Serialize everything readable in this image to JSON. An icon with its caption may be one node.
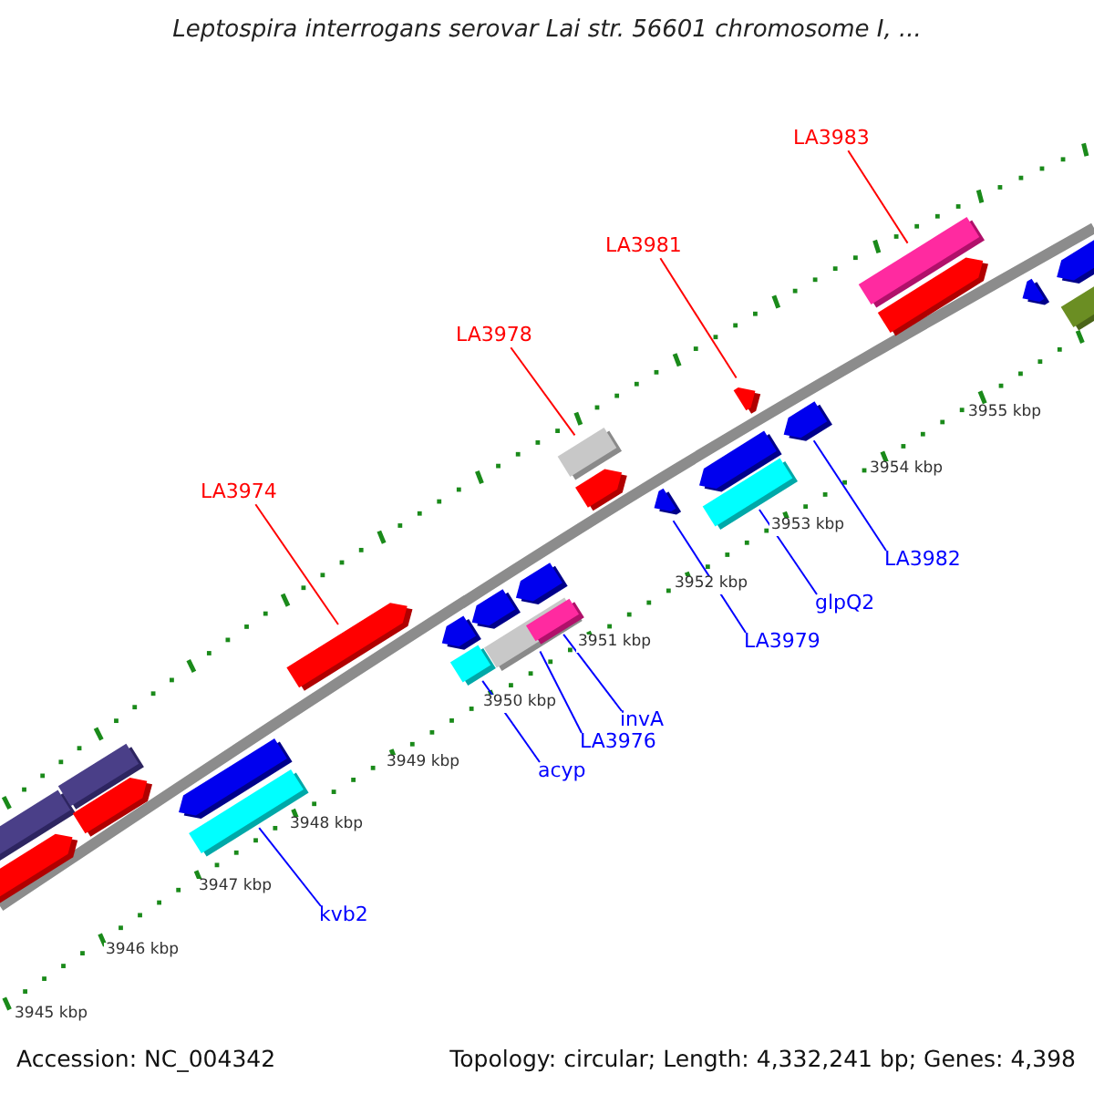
{
  "diagram": {
    "title": "Leptospira interrogans serovar Lai str. 56601 chromosome I, ...",
    "nodes": [
      {
        "text": [
          "LA3983"
        ]
      },
      {
        "text": [
          "LA3981"
        ]
      },
      {
        "text": [
          "LA3978"
        ]
      },
      {
        "text": [
          "LA3974"
        ]
      },
      {
        "text": [
          "LA3982"
        ]
      },
      {
        "text": [
          "glpQ2"
        ]
      },
      {
        "text": [
          "LA3979"
        ]
      },
      {
        "text": [
          "invA"
        ]
      },
      {
        "text": [
          "LA3976"
        ]
      },
      {
        "text": [
          "acyp"
        ]
      },
      {
        "text": [
          "kvb2"
        ]
      },
      {
        "text": [],
        "shape": "bar"
      },
      {
        "text": [],
        "shape": "bar"
      },
      {
        "text": [],
        "shape": "bar"
      },
      {
        "text": [],
        "shape": "bar"
      },
      {
        "text": [],
        "shape": "bar"
      },
      {
        "text": [],
        "shape": "bar"
      },
      {
        "text": [],
        "shape": "bar"
      },
      {
        "text": [],
        "shape": "bar"
      },
      {
        "text": [],
        "shape": "bar"
      },
      {
        "text": [],
        "shape": "bar"
      },
      {
        "text": [],
        "shape": "bar"
      },
      {
        "text": [],
        "shape": "bar"
      },
      {
        "text": [],
        "shape": "bar"
      },
      {
        "text": [],
        "shape": "bar"
      },
      {
        "text": [],
        "shape": "bar"
      },
      {
        "text": [],
        "shape": "bar"
      },
      {
        "text": [],
        "shape": "bar"
      },
      {
        "text": [],
        "shape": "bar"
      },
      {
        "text": [],
        "shape": "bar"
      },
      {
        "text": [],
        "shape": "bar"
      },
      {
        "text": [],
        "shape": "bar"
      },
      {
        "text": [],
        "shape": "bar"
      },
      {
        "text": [],
        "shape": "bar"
      },
      {
        "text": [],
        "shape": "bar"
      },
      {
        "text": [],
        "shape": "bar"
      }
    ],
    "edges": [
      {
        "from": 0,
        "to": 31,
        "arrow": "none",
        "color": "#ff0000"
      },
      {
        "from": 1,
        "to": 28,
        "arrow": "none",
        "color": "#ff0000"
      },
      {
        "from": 2,
        "to": 24,
        "arrow": "none",
        "color": "#ff0000"
      },
      {
        "from": 3,
        "to": 17,
        "arrow": "none",
        "color": "#ff0000"
      },
      {
        "from": 4,
        "to": 30,
        "arrow": "none"
      },
      {
        "from": 5,
        "to": 29,
        "arrow": "none"
      },
      {
        "from": 6,
        "to": 26,
        "arrow": "none"
      },
      {
        "from": 7,
        "to": 23,
        "arrow": "none"
      },
      {
        "from": 8,
        "to": 21,
        "arrow": "none"
      },
      {
        "from": 9,
        "to": 19,
        "arrow": "none"
      },
      {
        "from": 10,
        "to": 16,
        "arrow": "none"
      }
    ],
    "labels": [
      "3945 kbp",
      "3946 kbp",
      "3947 kbp",
      "3948 kbp",
      "3949 kbp",
      "3950 kbp",
      "3951 kbp",
      "3952 kbp",
      "3953 kbp",
      "3954 kbp",
      "3955 kbp",
      "Accession: NC_004342",
      "Topology: circular; Length: 4,332,241 bp; Genes: 4,398"
    ]
  }
}
